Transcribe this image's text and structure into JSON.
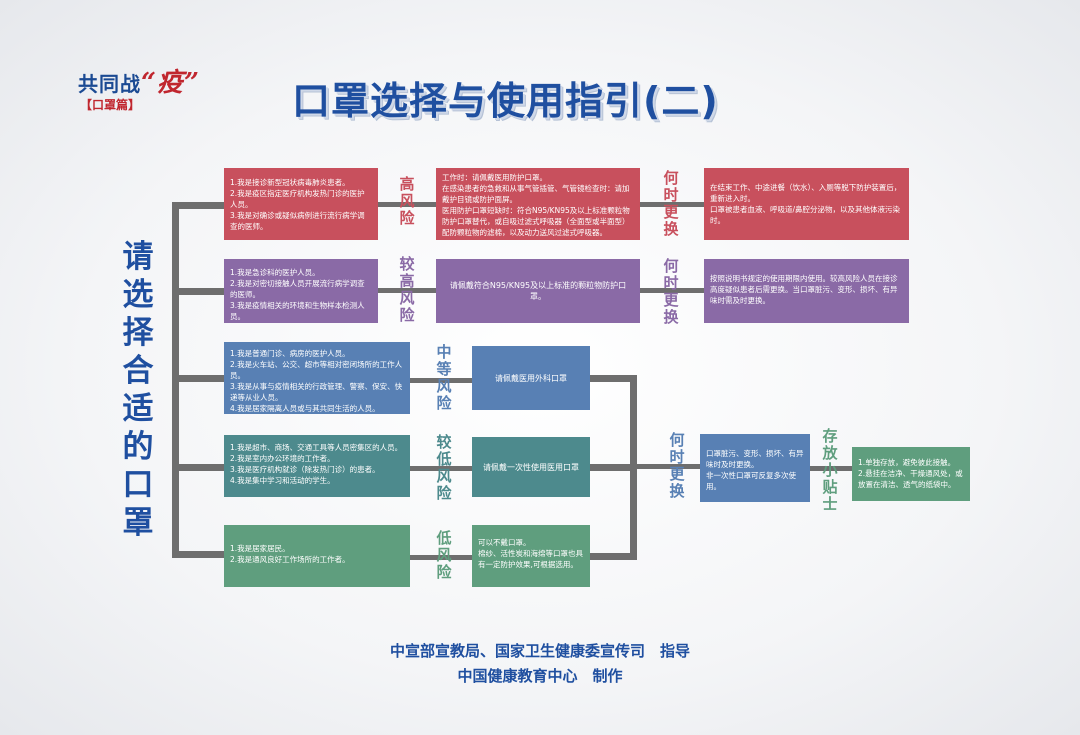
{
  "logo": {
    "prefix": "共同战",
    "highlight": "“疫”",
    "subtitle": "【口罩篇】"
  },
  "title": "口罩选择与使用指引(二)",
  "side_title": [
    "请",
    "选",
    "择",
    "合",
    "适",
    "的",
    "口",
    "罩"
  ],
  "rows": [
    {
      "risk": [
        "高",
        "风",
        "险"
      ],
      "people": [
        "1.我是接诊新型冠状病毒肺炎患者。",
        "2.我是疫区指定医疗机构发热门诊的医护人员。",
        "3.我是对确诊或疑似病例进行流行病学调查的医师。"
      ],
      "advice": [
        "工作时：请佩戴医用防护口罩。",
        "在感染患者的急救和从事气管插管、气管镜检查时：请加戴护目镜或防护面屏。",
        "医用防护口罩短缺时：符合N95/KN95及以上标准颗粒物防护口罩替代，或自吸过滤式呼吸器（全面型或半面型）配防颗粒物的滤棉，以及动力送风过滤式呼吸器。"
      ],
      "when": [
        "何",
        "时",
        "更",
        "换"
      ],
      "replace": [
        "在结束工作、中途进餐（饮水）、入厕等脱下防护装置后，重新进入时。",
        "口罩被患者血液、呼吸道/鼻腔分泌物，以及其他体液污染时。"
      ]
    },
    {
      "risk": [
        "较",
        "高",
        "风",
        "险"
      ],
      "people": [
        "1.我是急诊科的医护人员。",
        "2.我是对密切接触人员开展流行病学调查的医师。",
        "3.我是疫情相关的环境和生物样本检测人员。"
      ],
      "advice": [
        "请佩戴符合N95/KN95及以上标准的颗粒物防护口罩。"
      ],
      "when": [
        "何",
        "时",
        "更",
        "换"
      ],
      "replace": [
        "按照说明书规定的使用期限内使用。较高风险人员在接诊高度疑似患者后需更换。当口罩脏污、变形、损坏、有异味时需及时更换。"
      ]
    },
    {
      "risk": [
        "中",
        "等",
        "风",
        "险"
      ],
      "people": [
        "1.我是普通门诊、病房的医护人员。",
        "2.我是火车站、公交、超市等相对密闭场所的工作人员。",
        "3.我是从事与疫情相关的行政管理、警察、保安、快递等从业人员。",
        "4.我是居家隔离人员或与其共同生活的人员。"
      ],
      "advice": [
        "请佩戴医用外科口罩"
      ]
    },
    {
      "risk": [
        "较",
        "低",
        "风",
        "险"
      ],
      "people": [
        "1.我是超市、商场、交通工具等人员密集区的人员。",
        "2.我是室内办公环境的工作者。",
        "3.我是医疗机构就诊（除发热门诊）的患者。",
        "4.我是集中学习和活动的学生。"
      ],
      "advice": [
        "请佩戴一次性使用医用口罩"
      ]
    },
    {
      "risk": [
        "低",
        "风",
        "险"
      ],
      "people": [
        "1.我是居家居民。",
        "2.我是通风良好工作场所的工作者。"
      ],
      "advice": [
        "可以不戴口罩。",
        "棉纱、活性炭和海绵等口罩也具有一定防护效果,可根据选用。"
      ]
    }
  ],
  "shared_when": [
    "何",
    "时",
    "更",
    "换"
  ],
  "shared_replace": [
    "口罩脏污、变形、损坏、有异味时及时更换。",
    "非一次性口罩可反复多次使用。"
  ],
  "storage_title": [
    "存",
    "放",
    "小",
    "贴",
    "士"
  ],
  "storage_tips": [
    "1.单独存放，避免彼此接触。",
    "2.悬挂在洁净、干燥通风处，或放置在清洁、透气的纸袋中。"
  ],
  "footer": {
    "guide": "中宣部宣教局、国家卫生健康委宣传司　指导",
    "maker": "中国健康教育中心　制作"
  },
  "colors": {
    "red": "#c8505d",
    "purple": "#8a6aa6",
    "blue": "#5880b4",
    "teal": "#4d8a8d",
    "green": "#5f9e7e",
    "title": "#1f4fa0"
  }
}
